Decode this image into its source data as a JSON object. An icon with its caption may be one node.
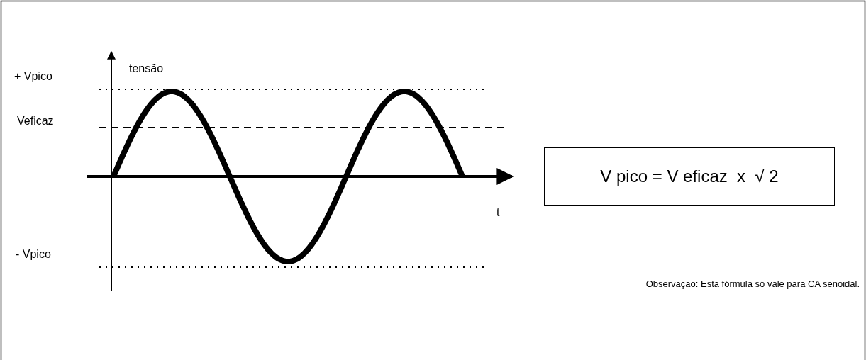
{
  "diagram": {
    "nodes": [
      {
        "text": [
          "V pico = V eficaz  x  √ 2"
        ]
      }
    ],
    "edges": [],
    "labels": [
      "+ Vpico",
      "tensão",
      "Veficaz",
      "t",
      "- Vpico",
      "Observação: Esta fórmula só vale para CA senoidal."
    ]
  }
}
